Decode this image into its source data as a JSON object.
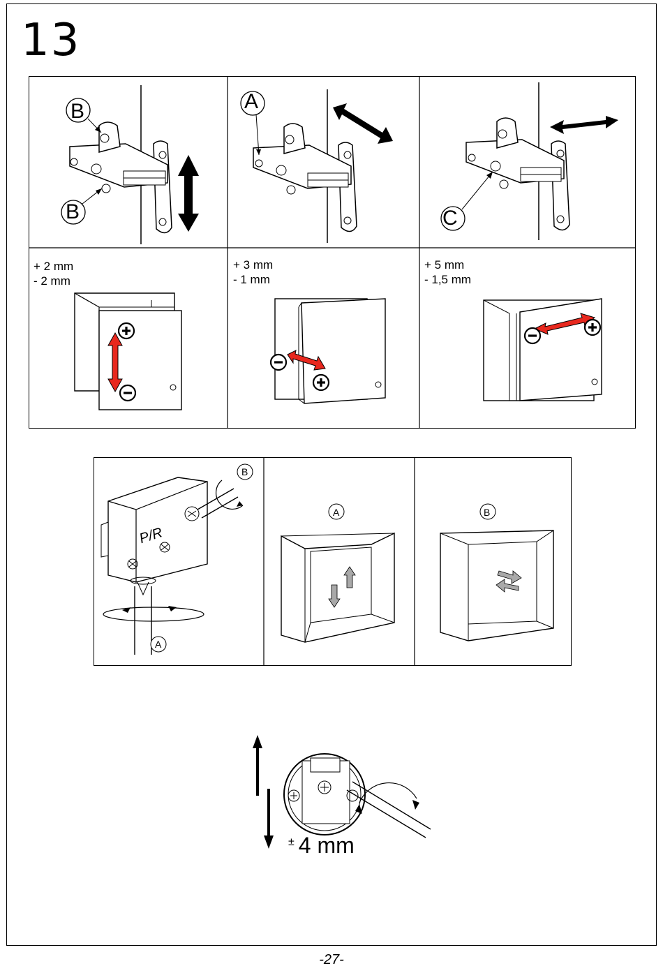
{
  "step": {
    "number": "13"
  },
  "hinge_callouts": {
    "b_top": "B",
    "b_bottom": "B",
    "a": "A",
    "c": "C"
  },
  "adjustments": [
    {
      "plus": "+ 2 mm",
      "minus": "- 2 mm"
    },
    {
      "plus": "+ 3 mm",
      "minus": "- 1 mm"
    },
    {
      "plus": "+ 5 mm",
      "minus": "- 1,5 mm"
    }
  ],
  "drawer_callouts": {
    "screw_b": "B",
    "screw_a": "A",
    "box_a": "A",
    "box_b": "B"
  },
  "bottom": {
    "plusminus": "±",
    "amount": "4 mm"
  },
  "page": {
    "number": "-27-"
  },
  "colors": {
    "adjust_arrow": "#e8281e",
    "line": "#000000",
    "gray_arrow": "#a9a9a9"
  }
}
